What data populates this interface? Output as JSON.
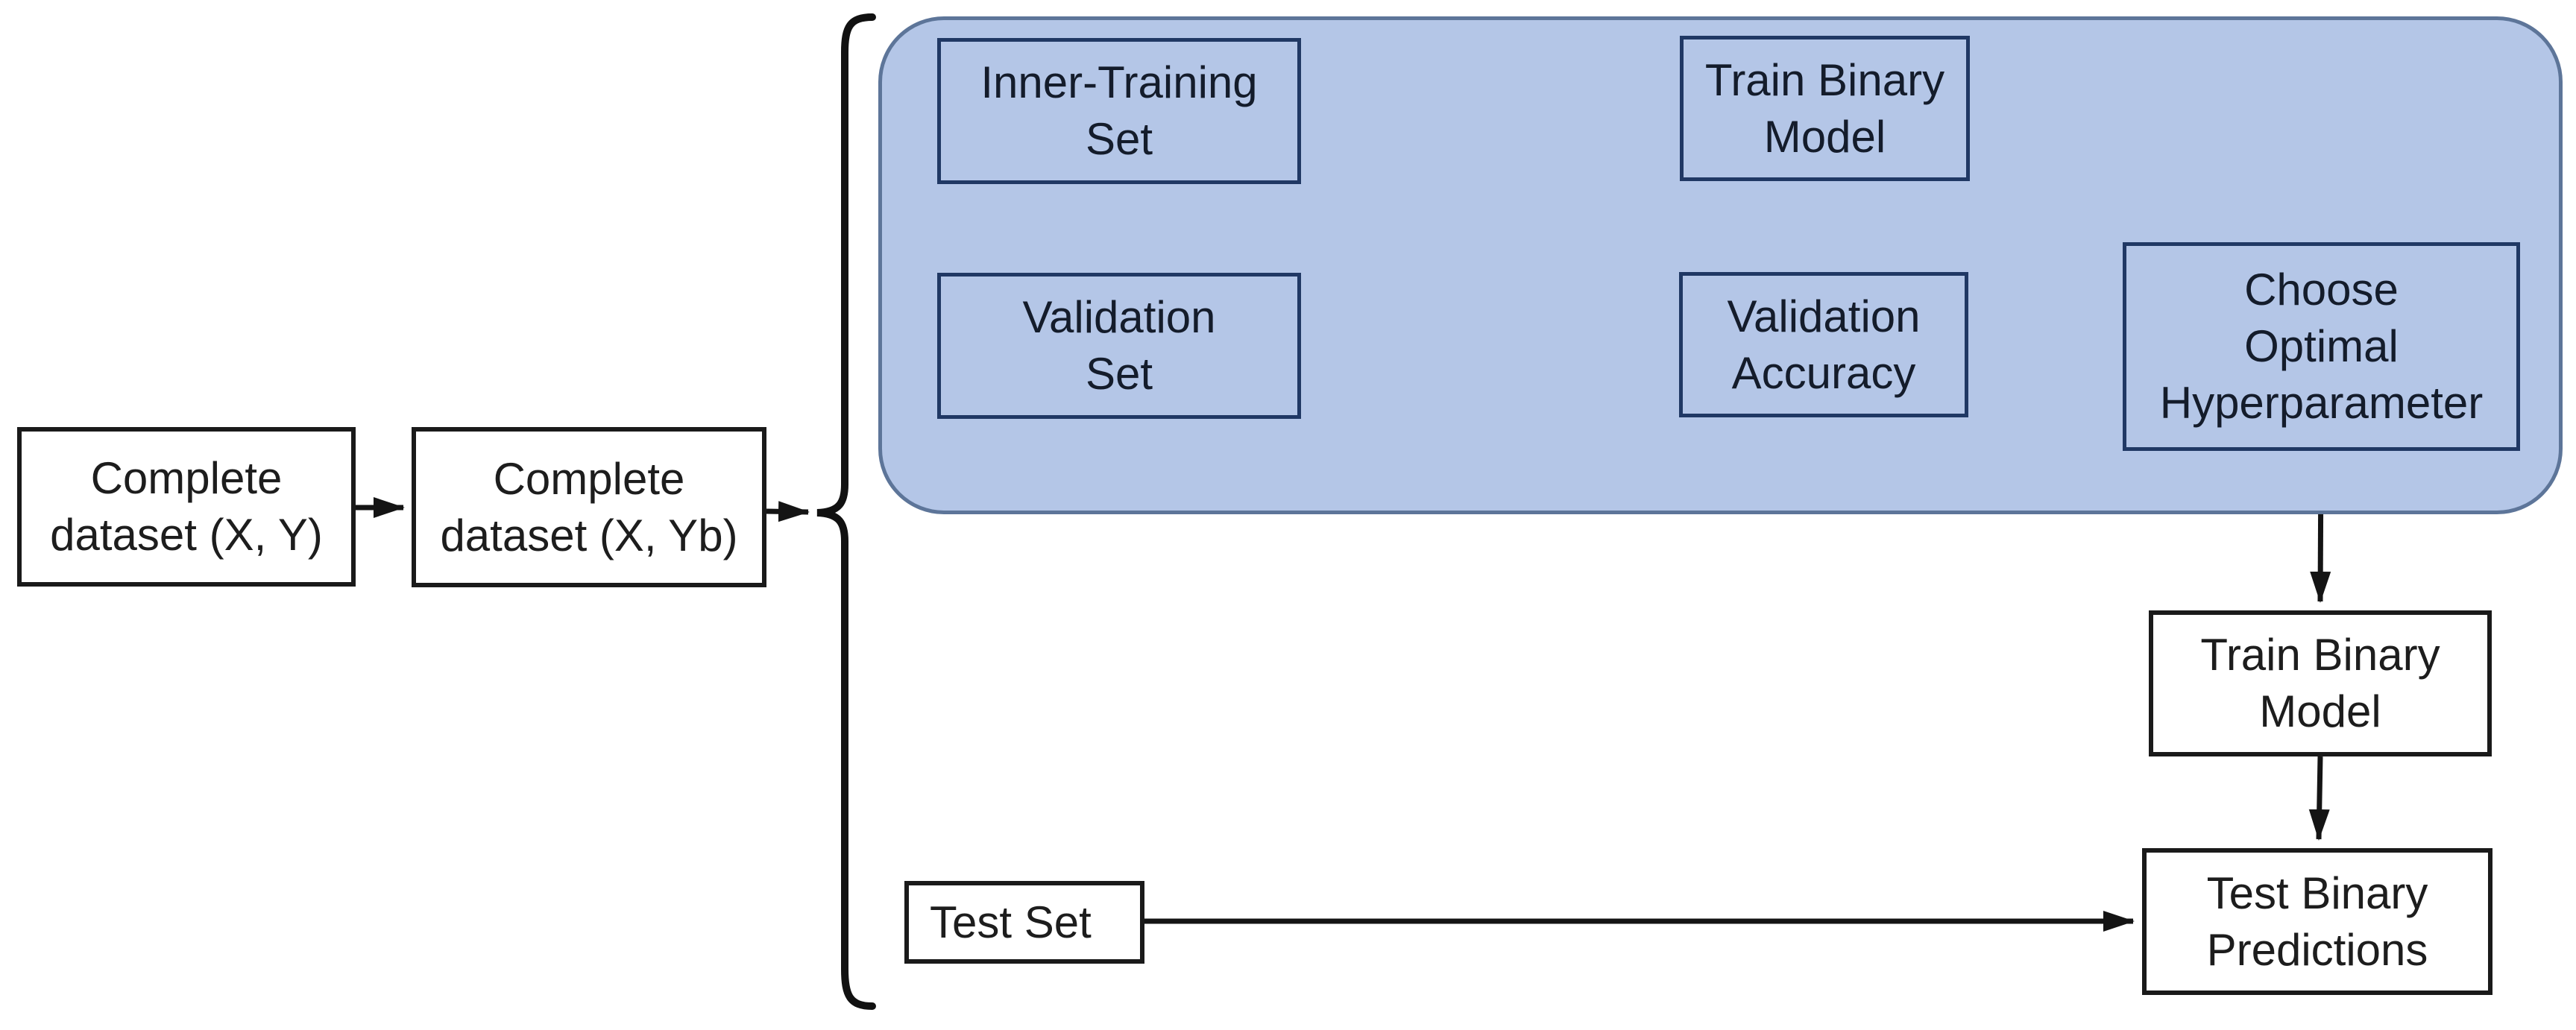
{
  "diagram": {
    "boxes": {
      "complete_xy": {
        "label": "Complete\ndataset (X, Y)"
      },
      "complete_xyb": {
        "label": "Complete\ndataset (X, Yb)"
      },
      "inner_training_set": {
        "label": "Inner-Training\nSet"
      },
      "train_binary_model_inner": {
        "label": "Train Binary\nModel"
      },
      "validation_set": {
        "label": "Validation\nSet"
      },
      "validation_accuracy": {
        "label": "Validation\nAccuracy"
      },
      "choose_optimal_hyperparameter": {
        "label": "Choose\nOptimal\nHyperparameter"
      },
      "train_binary_model_outer": {
        "label": "Train Binary\nModel"
      },
      "test_set": {
        "label": "Test Set"
      },
      "test_binary_predictions": {
        "label": "Test Binary\nPredictions"
      }
    },
    "colors": {
      "background": "#ffffff",
      "blue_region_fill": "#b4c6e7",
      "blue_region_border": "#5d7599",
      "inner_box_border": "#203864",
      "white_box_border": "#1a1a1a",
      "arrow_color": "#141414",
      "text_color": "#141c2b"
    }
  }
}
